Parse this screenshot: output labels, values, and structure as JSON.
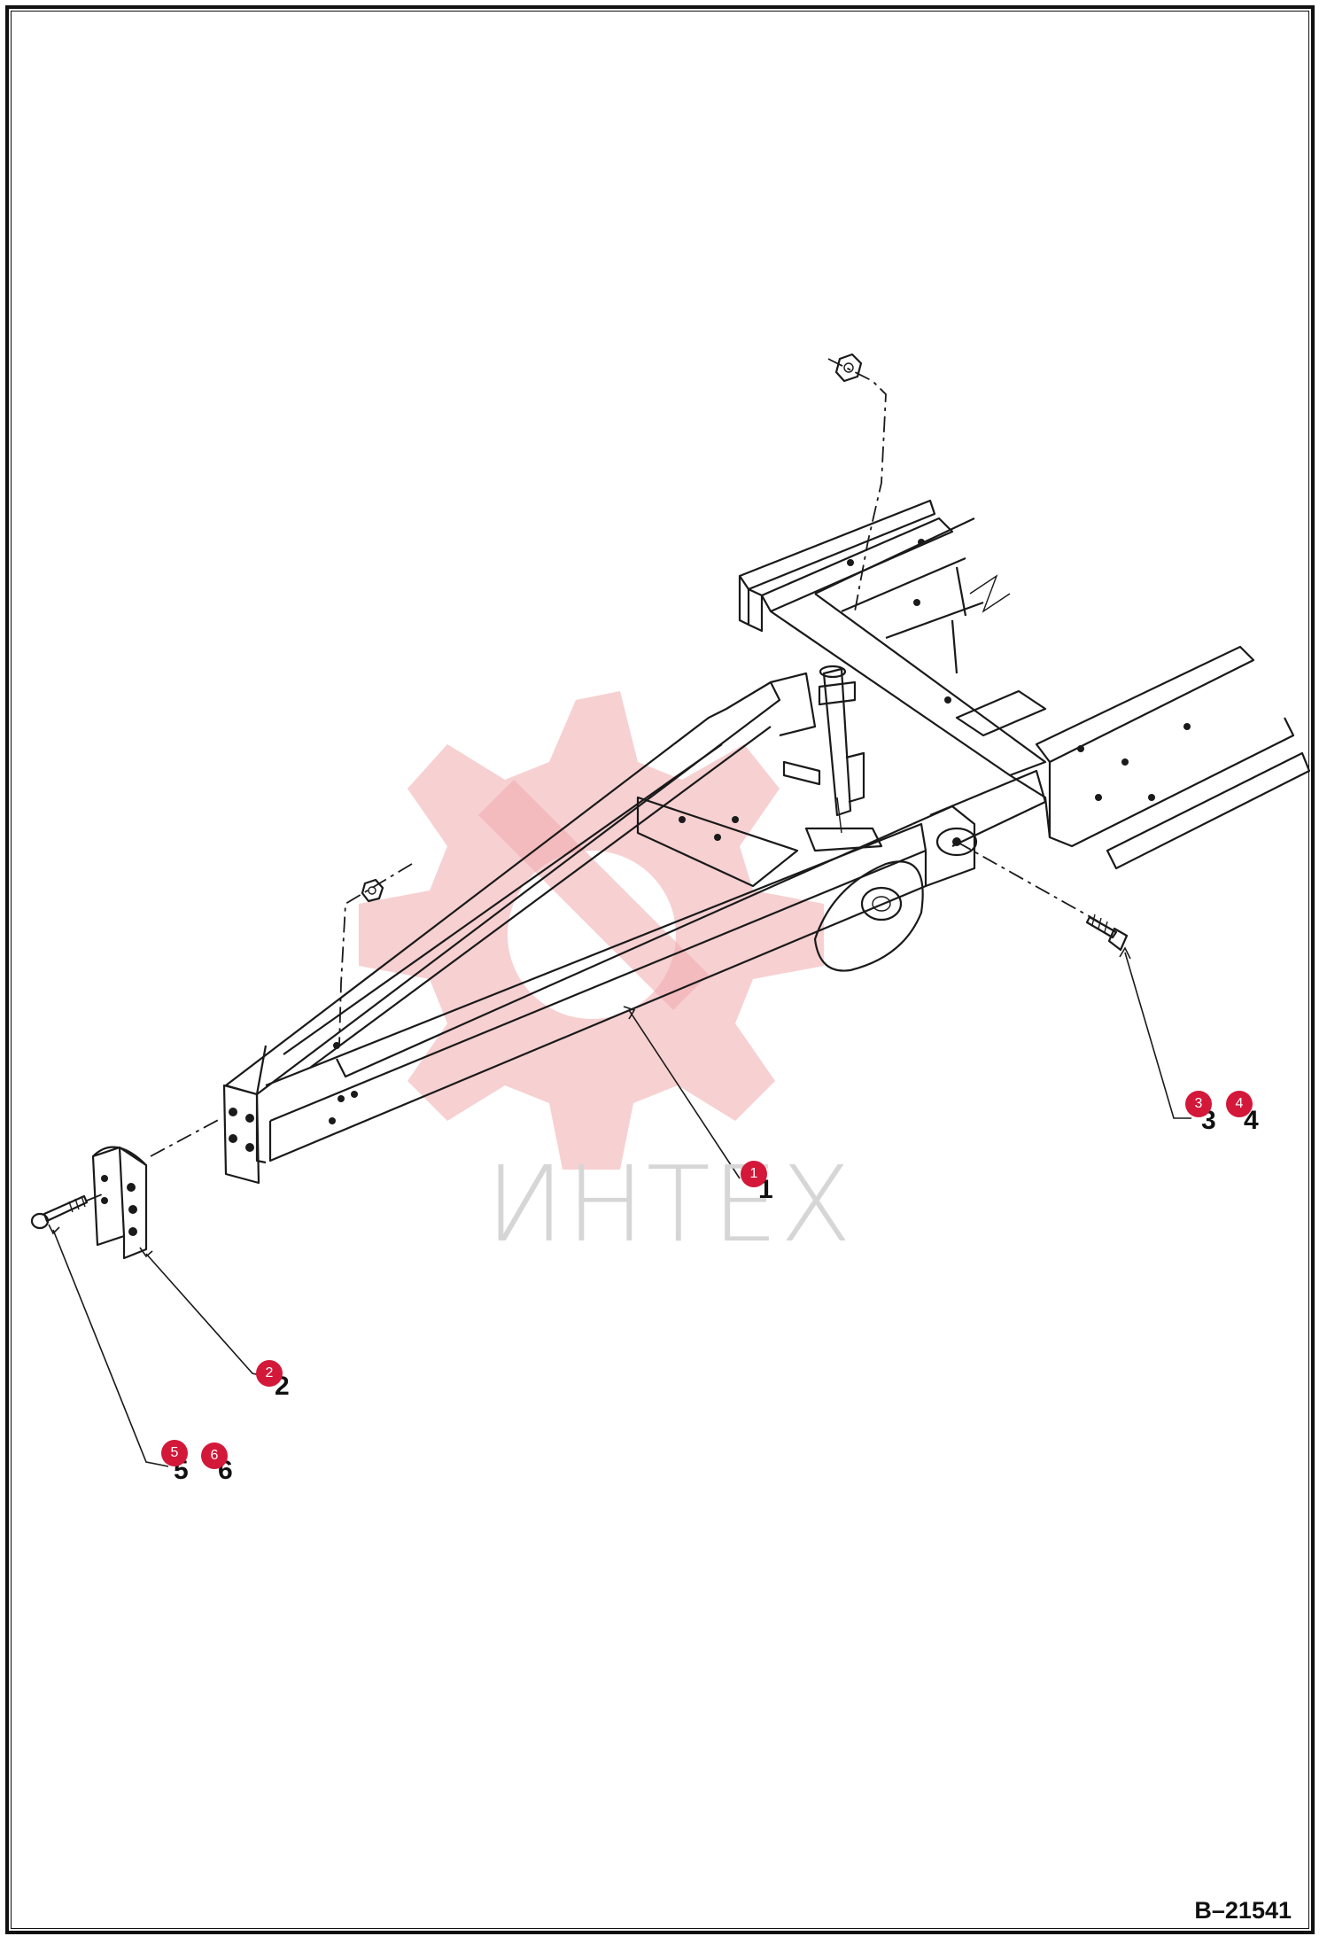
{
  "watermark": {
    "text": "ИНТЕХ"
  },
  "drawing_number": "B–21541",
  "callouts": [
    {
      "id": "1",
      "label": "1"
    },
    {
      "id": "2",
      "label": "2"
    },
    {
      "id": "3",
      "label": "3"
    },
    {
      "id": "4",
      "label": "4"
    },
    {
      "id": "5",
      "label": "5"
    },
    {
      "id": "6",
      "label": "6"
    }
  ],
  "part_numbers": [
    {
      "id": "1",
      "label": "1"
    },
    {
      "id": "2",
      "label": "2"
    },
    {
      "id": "3",
      "label": "3"
    },
    {
      "id": "4",
      "label": "4"
    },
    {
      "id": "5",
      "label": "5"
    },
    {
      "id": "6",
      "label": "6"
    }
  ],
  "colors": {
    "callout": "#d3183a",
    "watermark_gear": "#f0a9ad",
    "watermark_text": "#d6d6d6",
    "line": "#1a1a1a"
  }
}
